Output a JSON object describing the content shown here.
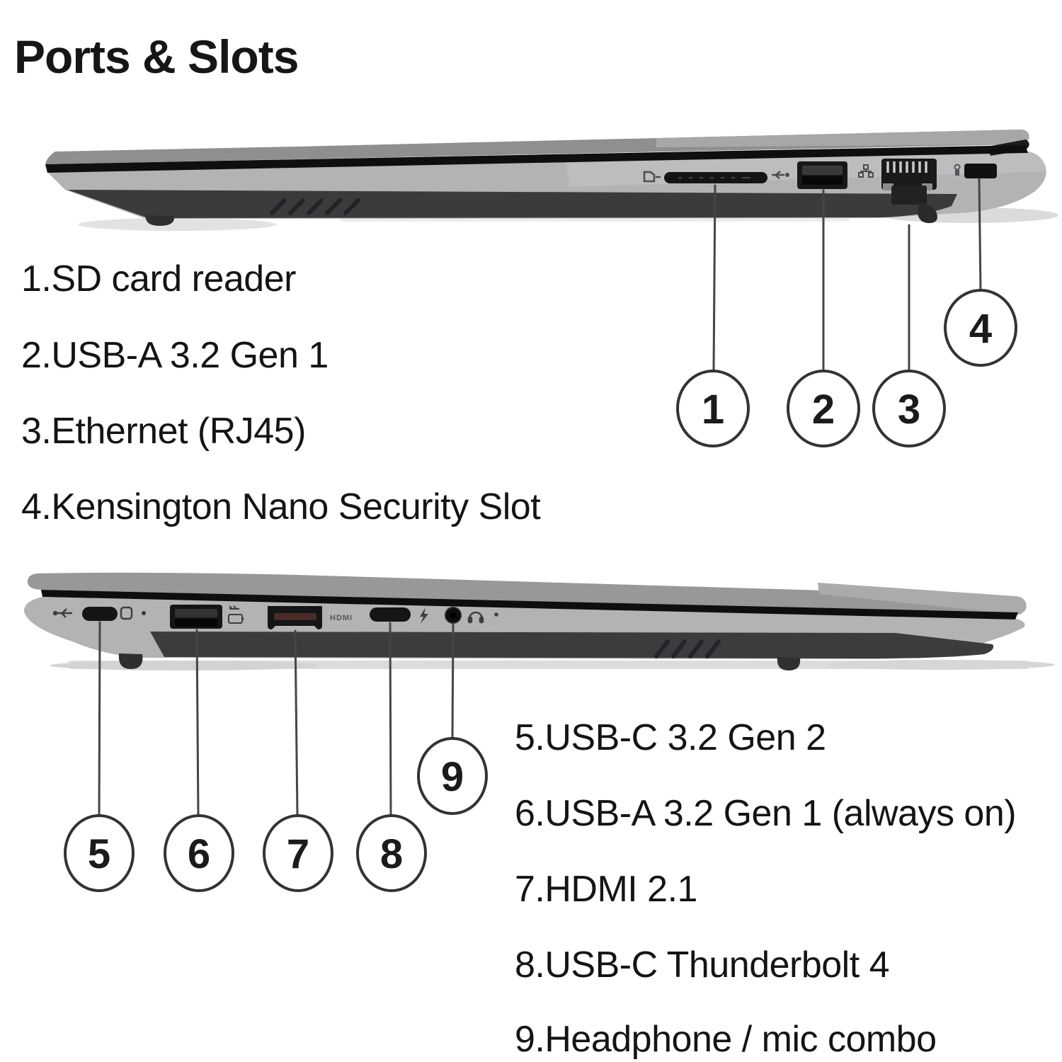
{
  "title": "Ports & Slots",
  "top_section": {
    "view": "right side of laptop",
    "list": [
      "1.SD card reader",
      "2.USB-A 3.2 Gen 1",
      "3.Ethernet (RJ45)",
      "4.Kensington Nano Security Slot"
    ],
    "callout_numbers": [
      "1",
      "2",
      "3",
      "4"
    ]
  },
  "bottom_section": {
    "view": "left side of laptop",
    "list": [
      "5.USB-C 3.2 Gen 2",
      "6.USB-A 3.2 Gen 1 (always on)",
      "7.HDMI 2.1",
      "8.USB-C Thunderbolt 4",
      "9.Headphone / mic combo"
    ],
    "callout_numbers": [
      "5",
      "6",
      "7",
      "8",
      "9"
    ],
    "hdmi_marking": "HDMI"
  },
  "icons": {
    "top": [
      "sd-card-icon",
      "usb-ss-icon",
      "ethernet-icon",
      "lock-icon"
    ],
    "bottom": [
      "usb-trident-icon",
      "power-icon",
      "led-dot",
      "battery-icon",
      "hdmi-marking",
      "lightning-icon",
      "headset-icon",
      "mic-dot"
    ]
  },
  "colors": {
    "background": "#ffffff",
    "text": "#141414",
    "lid_gray": "#8f8f92",
    "lid_gray_light": "#a7a7aa",
    "deck_gray": "#b3b3b5",
    "base_dark": "#3b3b3e",
    "gap_black": "#0f0f10",
    "callout_stroke": "#333333",
    "shadow": "#dcdcda"
  }
}
